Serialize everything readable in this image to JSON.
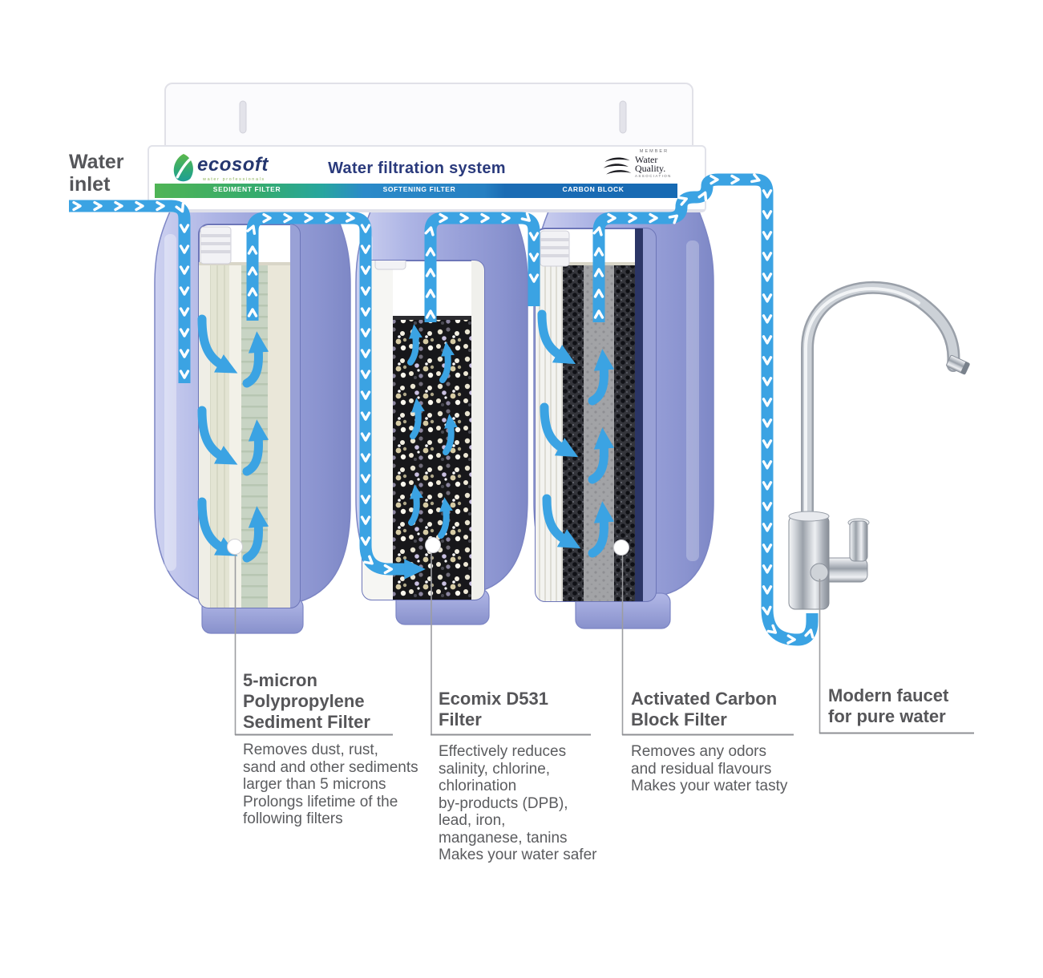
{
  "labels": {
    "water_inlet": "Water\ninlet"
  },
  "header": {
    "brand": "ecosoft",
    "brand_tagline": "water professionals",
    "title": "Water filtration system",
    "badge": {
      "member": "MEMBER",
      "name_line1": "Water",
      "name_line2": "Quality.",
      "name_line3": "ASSOCIATION"
    }
  },
  "strip": {
    "labels": [
      "SEDIMENT FILTER",
      "SOFTENING FILTER",
      "CARBON BLOCK"
    ]
  },
  "callouts": [
    {
      "heading": "5-micron\nPolypropylene\nSediment Filter",
      "description": "Removes dust, rust,\nsand and other sediments\nlarger than 5 microns\nProlongs lifetime of the\nfollowing filters"
    },
    {
      "heading": "Ecomix D531\nFilter",
      "description": "Effectively reduces\nsalinity, chlorine,\nchlorination\nby-products (DPB),\nlead, iron,\nmanganese, tanins\nMakes your water safer"
    },
    {
      "heading": "Activated Carbon\nBlock Filter",
      "description": "Removes any odors\nand residual flavours\nMakes your water tasty"
    },
    {
      "heading": "Modern faucet\nfor pure water",
      "description": ""
    }
  ],
  "colors": {
    "pipe_blue": "#3ba3e3",
    "housing_lavender": "#a3abdf",
    "navy": "#2a3a7c",
    "strip_green": "#45b257",
    "strip_blue": "#2a80c3",
    "strip_blue_dark": "#1a6ab2",
    "text_gray": "#58595c"
  }
}
